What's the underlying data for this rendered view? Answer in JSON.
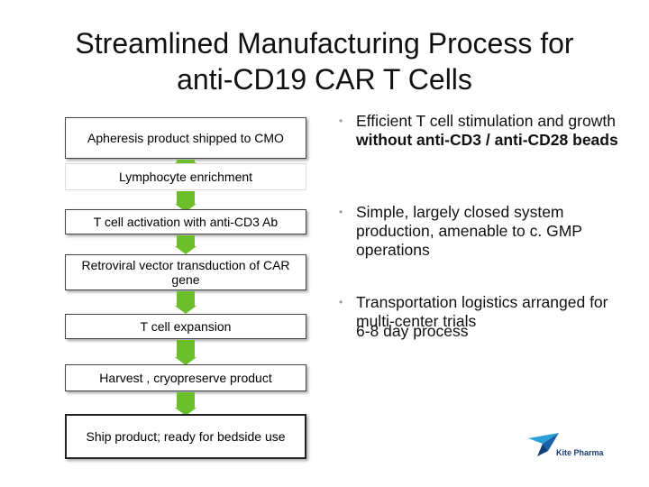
{
  "slide": {
    "title_line1": "Streamlined Manufacturing Process for",
    "title_line2": "anti-CD19 CAR T Cells"
  },
  "process_steps": [
    {
      "label": "Apheresis product shipped to CMO"
    },
    {
      "label": "Lymphocyte enrichment"
    },
    {
      "label": "T cell activation with anti-CD3 Ab"
    },
    {
      "label": "Retroviral vector transduction of CAR gene"
    },
    {
      "label": "T cell expansion"
    },
    {
      "label": "Harvest , cryopreserve product"
    },
    {
      "label": "Ship product; ready for bedside use"
    }
  ],
  "bullets": [
    {
      "text": "Efficient T cell stimulation and growth ",
      "bold": "without anti-CD3 / anti-CD28 beads"
    },
    {
      "text": "Simple, largely closed system production, amenable to c. GMP operations"
    },
    {
      "text": "Transportation logistics arranged for multi-center trials"
    }
  ],
  "overlay": {
    "text": "6-8 day process"
  },
  "bullet_symbol": "•",
  "logo": {
    "name": "Kite Pharma",
    "icon": "kite-bird-icon"
  },
  "colors": {
    "arrow": "#6cbf2a",
    "logo": "#1a3b6e"
  }
}
